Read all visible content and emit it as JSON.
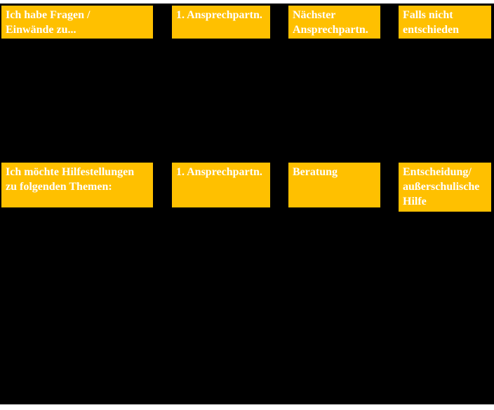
{
  "slide": {
    "background_color": "#000000",
    "box_color": "#FFC000",
    "box_text_color": "#FFFFFF",
    "rows": [
      {
        "boxes": [
          {
            "label": "Ich habe Fragen /\nEinwände zu..."
          },
          {
            "label": "1. Ansprechpartn."
          },
          {
            "label": "Nächster\nAnsprechpartn."
          },
          {
            "label": "Falls nicht\nentschieden"
          }
        ]
      },
      {
        "boxes": [
          {
            "label": "Ich möchte Hilfestellungen\nzu folgenden Themen:"
          },
          {
            "label": "1. Ansprechpartn."
          },
          {
            "label": "Beratung"
          },
          {
            "label": "Entscheidung/\naußerschulische\nHilfe"
          }
        ]
      }
    ]
  }
}
